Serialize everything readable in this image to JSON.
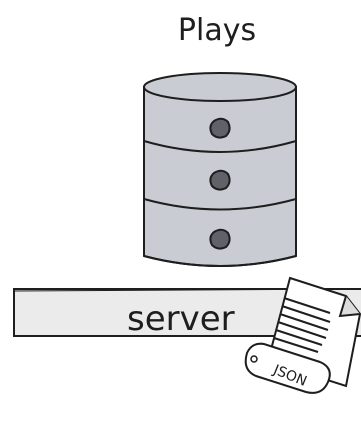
{
  "database": {
    "label": "Plays",
    "fill_color": "#c9cdd3",
    "stroke_color": "#1e1e1e",
    "segments": 3
  },
  "server": {
    "label": "server",
    "fill_color": "#ebebeb",
    "stroke_color": "#1e1e1e"
  },
  "document": {
    "tag_label": "JSON",
    "icon": "json-document-icon",
    "fill_color": "#ffffff"
  }
}
